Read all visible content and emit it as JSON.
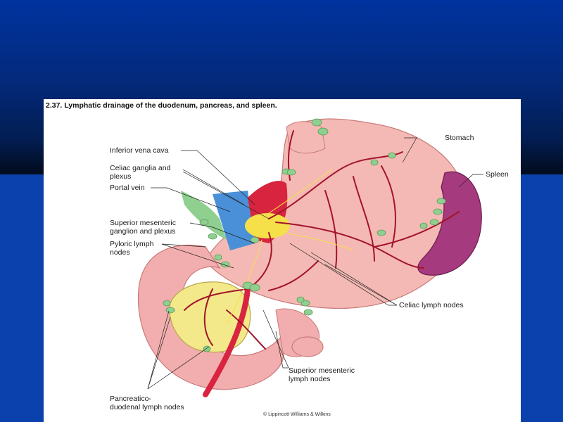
{
  "figure": {
    "caption": "2.37. Lymphatic drainage of the duodenum, pancreas, and spleen.",
    "copyright": "© Lippincott Williams & Wilkins"
  },
  "labels": {
    "inferior_vena_cava": "Inferior vena cava",
    "celiac_ganglia_1": "Celiac ganglia and",
    "celiac_ganglia_2": "plexus",
    "portal_vein": "Portal vein",
    "sup_mes_ganglion_1": "Superior mesenteric",
    "sup_mes_ganglion_2": "ganglion and plexus",
    "pyloric_1": "Pyloric lymph",
    "pyloric_2": "nodes",
    "stomach": "Stomach",
    "spleen": "Spleen",
    "celiac_nodes": "Celiac lymph nodes",
    "sup_mes_nodes_1": "Superior mesenteric",
    "sup_mes_nodes_2": "lymph nodes",
    "pancreatico_1": "Pancreatico-",
    "pancreatico_2": "duodenal lymph nodes"
  },
  "colors": {
    "stomach": "#f4b9b4",
    "duodenum": "#f2aeae",
    "spleen": "#a63a7e",
    "pancreas": "#f3e98a",
    "aorta": "#d8243f",
    "vessel": "#a3142a",
    "vena_cava": "#4a90d8",
    "lymph_node": "#8fcf8f",
    "nerve": "#f5e04a"
  }
}
